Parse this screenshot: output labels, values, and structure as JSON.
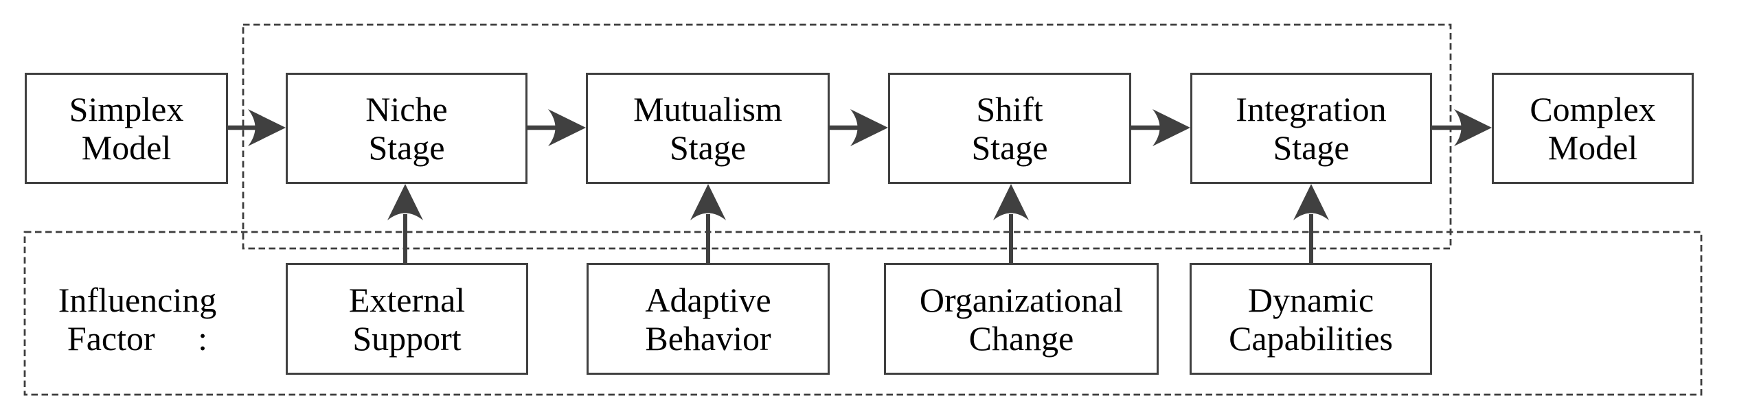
{
  "diagram": {
    "top_row": {
      "simplex_model": {
        "line1": "Simplex",
        "line2": "Model"
      },
      "niche_stage": {
        "line1": "Niche",
        "line2": "Stage"
      },
      "mutualism_stage": {
        "line1": "Mutualism",
        "line2": "Stage"
      },
      "shift_stage": {
        "line1": "Shift",
        "line2": "Stage"
      },
      "integration_stage": {
        "line1": "Integration",
        "line2": "Stage"
      },
      "complex_model": {
        "line1": "Complex",
        "line2": "Model"
      }
    },
    "bottom_row": {
      "influencing_factor_label": {
        "line1": "Influencing",
        "line2": "Factor     :"
      },
      "external_support": {
        "line1": "External",
        "line2": "Support"
      },
      "adaptive_behavior": {
        "line1": "Adaptive",
        "line2": "Behavior"
      },
      "organizational_change": {
        "line1": "Organizational",
        "line2": "Change"
      },
      "dynamic_capabilities": {
        "line1": "Dynamic",
        "line2": "Capabilities"
      }
    },
    "colors": {
      "line": "#404040",
      "dash": "#3d3d3d",
      "text": "#000000",
      "background": "#ffffff"
    }
  }
}
